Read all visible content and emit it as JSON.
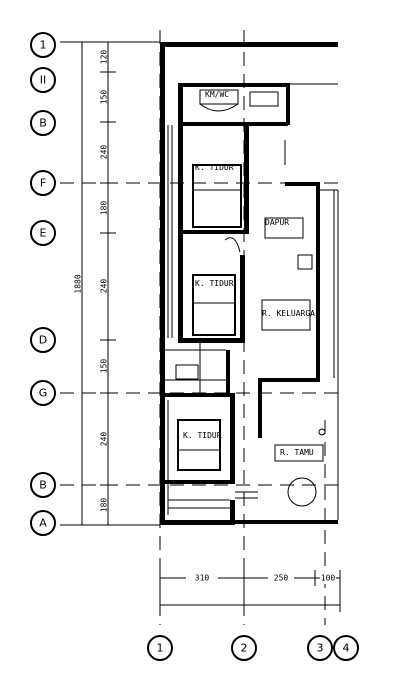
{
  "grid_rows": [
    {
      "label": "1",
      "name": "grid-row-1"
    },
    {
      "label": "II",
      "name": "grid-row-2"
    },
    {
      "label": "B",
      "name": "grid-row-3"
    },
    {
      "label": "F",
      "name": "grid-row-4"
    },
    {
      "label": "E",
      "name": "grid-row-5"
    },
    {
      "label": "D",
      "name": "grid-row-6"
    },
    {
      "label": "G",
      "name": "grid-row-7"
    },
    {
      "label": "B",
      "name": "grid-row-8"
    },
    {
      "label": "A",
      "name": "grid-row-9"
    }
  ],
  "grid_cols": [
    {
      "label": "1",
      "name": "grid-col-1"
    },
    {
      "label": "2",
      "name": "grid-col-2"
    },
    {
      "label": "3",
      "name": "grid-col-3"
    },
    {
      "label": "4",
      "name": "grid-col-4"
    }
  ],
  "dimensions": {
    "left_segments": [
      "120",
      "150",
      "240",
      "180",
      "240",
      "150",
      "240",
      "180"
    ],
    "left_total": "1880",
    "bottom_segments": [
      "310",
      "250",
      "100"
    ]
  },
  "rooms": [
    {
      "label": "K. TIDUR",
      "name": "room-label-bedroom-1"
    },
    {
      "label": "KM/WC",
      "name": "room-label-bathroom"
    },
    {
      "label": "K. TIDUR",
      "name": "room-label-bedroom-2"
    },
    {
      "label": "R. KELUARGA",
      "name": "room-label-family-room"
    },
    {
      "label": "K. TIDUR",
      "name": "room-label-bedroom-3"
    },
    {
      "label": "R. TAMU",
      "name": "room-label-living-room"
    },
    {
      "label": "DAPUR",
      "name": "room-label-kitchen"
    }
  ]
}
